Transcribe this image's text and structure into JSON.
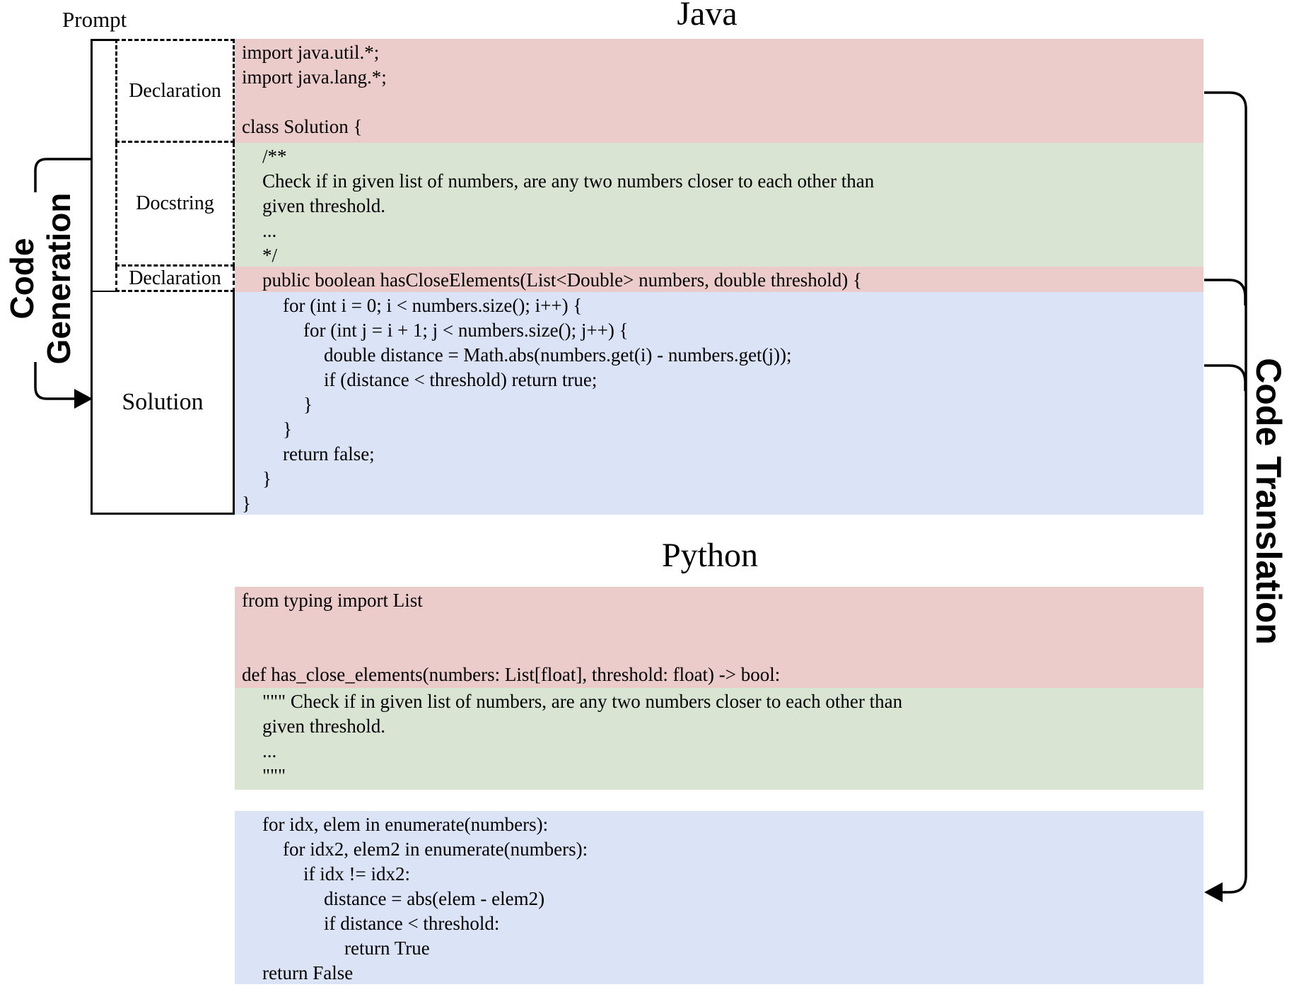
{
  "figure": {
    "java_title": "Java",
    "python_title": "Python",
    "prompt_label": "Prompt",
    "declaration_label": "Declaration",
    "docstring_label": "Docstring",
    "solution_label": "Solution",
    "code_generation_label": "Code\nGeneration",
    "code_translation_label": "Code Translation"
  },
  "colors": {
    "declaration_bg": "#ecccca",
    "docstring_bg": "#d9e4d3",
    "solution_bg": "#dbe4f7"
  },
  "java": {
    "declaration_block": {
      "lines": [
        {
          "text": "import java.util.*;",
          "indent": 0
        },
        {
          "text": "import java.lang.*;",
          "indent": 0
        },
        {
          "text": "",
          "indent": 0
        },
        {
          "text": "class Solution {",
          "indent": 0
        }
      ]
    },
    "docstring_block": {
      "lines": [
        {
          "text": "/**",
          "indent": 1
        },
        {
          "text": "Check if in given list of numbers, are any two numbers closer to each other than",
          "indent": 1
        },
        {
          "text": "given threshold.",
          "indent": 1
        },
        {
          "text": "...",
          "indent": 1
        },
        {
          "text": "*/",
          "indent": 1
        }
      ]
    },
    "signature_block": {
      "lines": [
        {
          "text": "public boolean hasCloseElements(List<Double> numbers, double threshold) {",
          "indent": 1
        }
      ]
    },
    "solution_block": {
      "lines": [
        {
          "text": "for (int i = 0; i < numbers.size(); i++) {",
          "indent": 2
        },
        {
          "text": "for (int j = i + 1; j < numbers.size(); j++) {",
          "indent": 3
        },
        {
          "text": "double distance = Math.abs(numbers.get(i) - numbers.get(j));",
          "indent": 4
        },
        {
          "text": "if (distance < threshold) return true;",
          "indent": 4
        },
        {
          "text": "}",
          "indent": 3
        },
        {
          "text": "}",
          "indent": 2
        },
        {
          "text": "return false;",
          "indent": 2
        },
        {
          "text": "}",
          "indent": 1
        },
        {
          "text": "}",
          "indent": 0
        }
      ]
    }
  },
  "python": {
    "declaration_block": {
      "lines": [
        {
          "text": "from typing import List",
          "indent": 0
        },
        {
          "text": "",
          "indent": 0
        },
        {
          "text": "",
          "indent": 0
        },
        {
          "text": "def has_close_elements(numbers: List[float], threshold: float) -> bool:",
          "indent": 0
        }
      ]
    },
    "docstring_block": {
      "lines": [
        {
          "text": "\"\"\" Check if in given list of numbers, are any two numbers closer to each other than",
          "indent": 1
        },
        {
          "text": "given threshold.",
          "indent": 1
        },
        {
          "text": "...",
          "indent": 1
        },
        {
          "text": "\"\"\"",
          "indent": 1
        }
      ]
    },
    "solution_block": {
      "lines": [
        {
          "text": "for idx, elem in enumerate(numbers):",
          "indent": 1
        },
        {
          "text": "for idx2, elem2 in enumerate(numbers):",
          "indent": 2
        },
        {
          "text": "if idx != idx2:",
          "indent": 3
        },
        {
          "text": "distance = abs(elem - elem2)",
          "indent": 4
        },
        {
          "text": "if distance < threshold:",
          "indent": 4
        },
        {
          "text": "return True",
          "indent": 5
        },
        {
          "text": "return False",
          "indent": 1
        }
      ]
    }
  }
}
